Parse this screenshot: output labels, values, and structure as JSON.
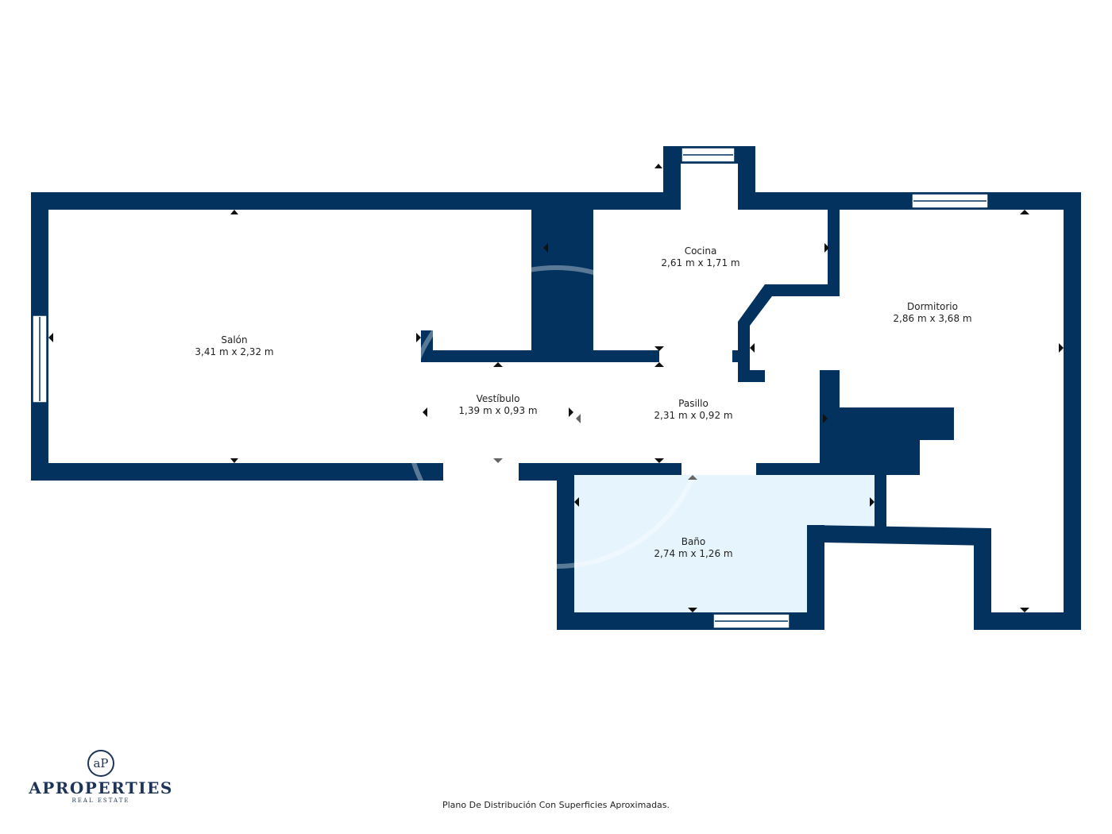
{
  "colors": {
    "wall": "#03325f",
    "bath_fill": "#e6f4fd",
    "window": "#ffffff"
  },
  "rooms": [
    {
      "name": "Salón",
      "size": "3,41 m x 2,32 m"
    },
    {
      "name": "Vestíbulo",
      "size": "1,39 m x 0,93 m"
    },
    {
      "name": "Cocina",
      "size": "2,61 m x 1,71 m"
    },
    {
      "name": "Pasillo",
      "size": "2,31 m x 0,92 m"
    },
    {
      "name": "Dormitorio",
      "size": "2,86 m x 3,68 m"
    },
    {
      "name": "Baño",
      "size": "2,74 m x 1,26 m"
    }
  ],
  "logo": {
    "mark": "aP",
    "name": "APROPERTIES",
    "subtitle": "REAL ESTATE"
  },
  "footer_note": "Plano De Distribución Con Superficies Aproximadas."
}
